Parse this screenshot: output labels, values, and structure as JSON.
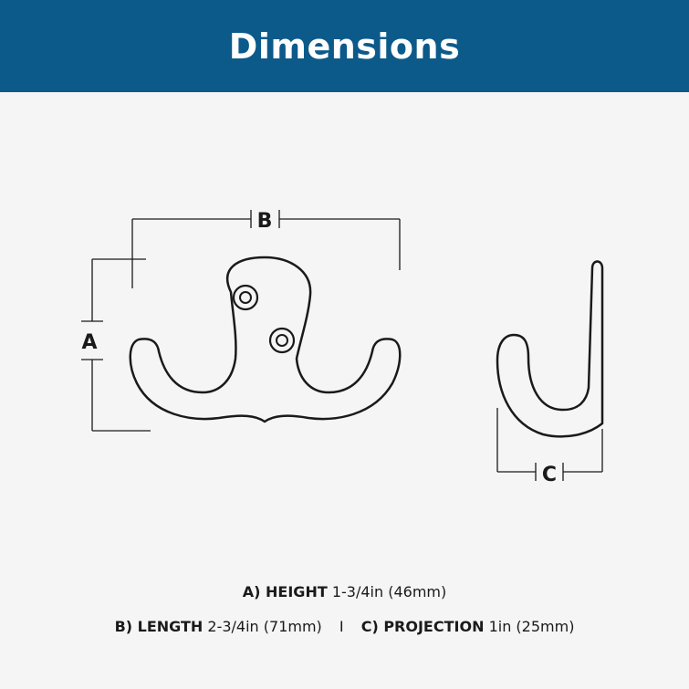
{
  "header": {
    "title": "Dimensions"
  },
  "labels": {
    "a": "A",
    "b": "B",
    "c": "C"
  },
  "specs": {
    "height": {
      "label": "A) HEIGHT",
      "value": "1-3/4in (46mm)"
    },
    "length": {
      "label": "B) LENGTH",
      "value": "2-3/4in (71mm)"
    },
    "separator": "I",
    "projection": {
      "label": "C) PROJECTION",
      "value": "1in (25mm)"
    }
  },
  "colors": {
    "header_bg": "#0c5a8a",
    "line": "#1a1a1a",
    "background": "#f5f5f5"
  }
}
